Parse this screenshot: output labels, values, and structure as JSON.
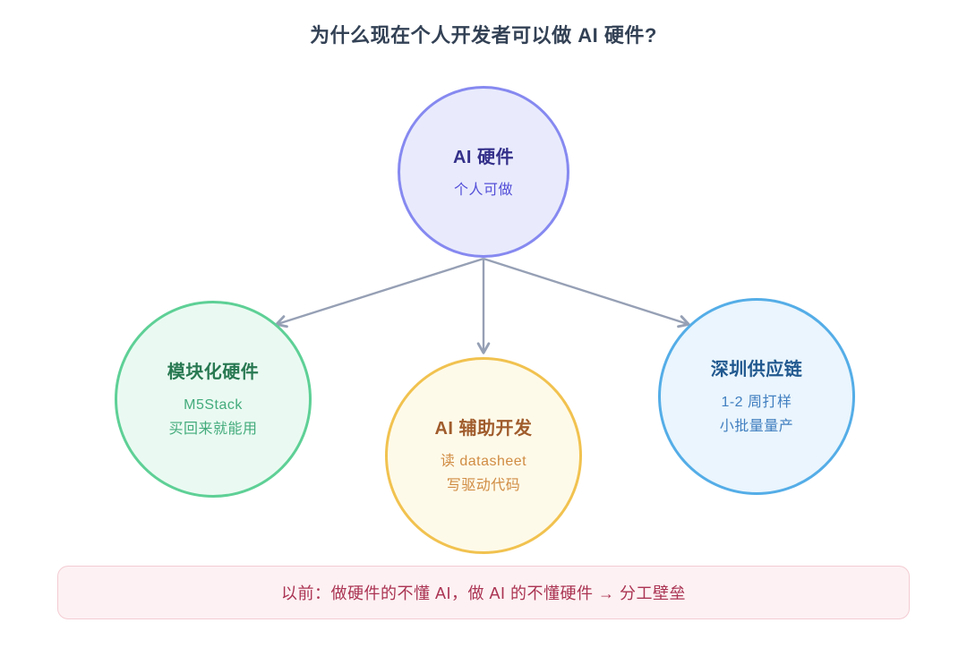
{
  "title": "为什么现在个人开发者可以做 AI 硬件?",
  "nodes": [
    {
      "id": "ai-hardware",
      "title": "AI 硬件",
      "lines": [
        "个人可做"
      ]
    },
    {
      "id": "modular-hardware",
      "title": "模块化硬件",
      "lines": [
        "M5Stack",
        "买回来就能用"
      ]
    },
    {
      "id": "ai-assisted-dev",
      "title": "AI 辅助开发",
      "lines": [
        "读 datasheet",
        "写驱动代码"
      ]
    },
    {
      "id": "shenzhen-supply-chain",
      "title": "深圳供应链",
      "lines": [
        "1-2 周打样",
        "小批量量产"
      ]
    }
  ],
  "banner": {
    "text": "以前：做硬件的不懂 AI，做 AI 的不懂硬件 → 分工壁垒"
  },
  "palette": {
    "title_text": "#334155",
    "arrow": "#96a0b5",
    "purple_fill": "#e9ebfc",
    "purple_border": "#8689f0",
    "purple_title": "#34308a",
    "purple_sub": "#544fd8",
    "green_fill": "#eafaf2",
    "green_border": "#5ed096",
    "green_title": "#287952",
    "green_sub": "#43ab7c",
    "yellow_fill": "#fefae9",
    "yellow_border": "#f1c24f",
    "yellow_title": "#a05c2c",
    "yellow_sub": "#d08c43",
    "blue_fill": "#eaf5fd",
    "blue_border": "#54ade7",
    "blue_title": "#21598f",
    "blue_sub": "#417fc0",
    "banner_fill": "#fdf1f3",
    "banner_border": "#f3ccd3",
    "banner_text": "#aa3352"
  }
}
